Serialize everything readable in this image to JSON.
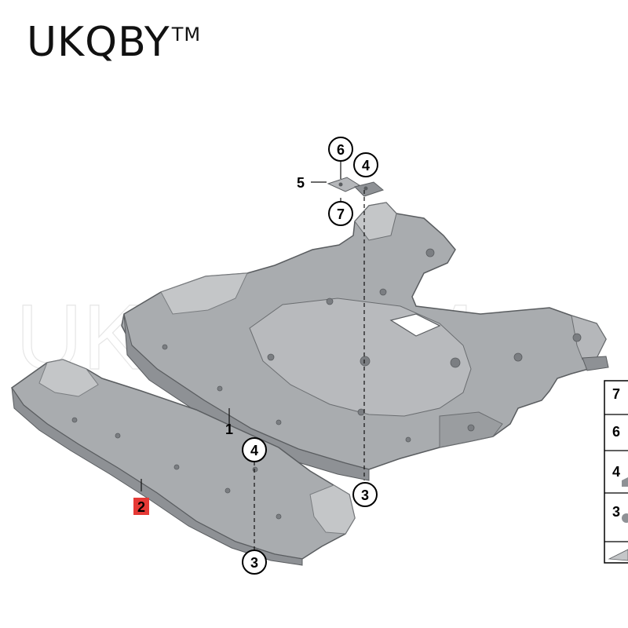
{
  "brand": {
    "name": "UKQBY",
    "trademark": "TM"
  },
  "watermark": "UKQBYTM",
  "callouts": {
    "c1": "1",
    "c2": "2",
    "c3a": "3",
    "c3b": "3",
    "c4a": "4",
    "c4b": "4",
    "c5": "5",
    "c6": "6",
    "c7": "7"
  },
  "legend": {
    "rows": [
      "7",
      "6",
      "4",
      "3"
    ]
  },
  "colors": {
    "part_fill": "#a9acaf",
    "part_shade": "#8e9195",
    "part_light": "#c4c6c8",
    "outline": "#5a5d60",
    "highlight_label_bg": "#e53935"
  }
}
